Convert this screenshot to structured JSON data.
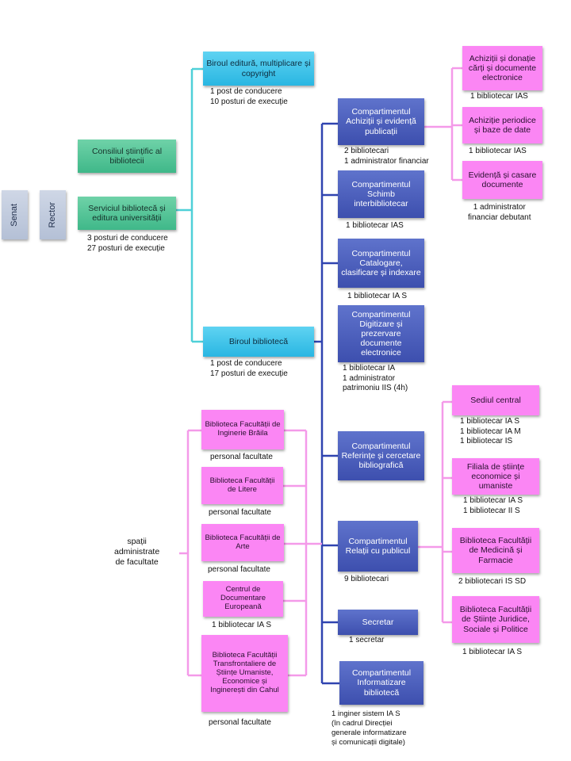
{
  "boxes": {
    "senat": "Senat",
    "rector": "Rector",
    "consiliu": "Consiliul științific al bibliotecii",
    "serviciu": "Serviciul bibliotecă și editura universității",
    "birou_editura": "Biroul editură, multiplicare și copyright",
    "birou_biblioteca": "Biroul bibliotecă",
    "achizitii": "Compartimentul Achiziții și evidență publicații",
    "schimb": "Compartimentul Schimb interbibliotecar",
    "catalogare": "Compartimentul Catalogare, clasificare și indexare",
    "digitizare": "Compartimentul Digitizare și prezervare documente electronice",
    "referinte": "Compartimentul Referințe și cercetare bibliografică",
    "relatii": "Compartimentul Relații cu publicul",
    "secretar": "Secretar",
    "informatizare": "Compartimentul Informatizare bibliotecă",
    "ach_donatie": "Achiziții și donație cărți și documente electronice",
    "ach_periodice": "Achiziție periodice și baze de date",
    "ach_evidenta": "Evidență și casare documente",
    "sediul": "Sediul central",
    "filiala": "Filiala de științe economice și umaniste",
    "bib_medicina": "Biblioteca Facultății de Medicină și Farmacie",
    "bib_juridice": "Biblioteca Facultății de Științe Juridice, Sociale și Politice",
    "fac_inginerie": "Biblioteca Facultății de Inginerie Brăila",
    "fac_litere": "Biblioteca Facultății de Litere",
    "fac_arte": "Biblioteca Facultății de Arte",
    "fac_centru": "Centrul de Documentare Europeană",
    "fac_cahul": "Biblioteca Facultății Transfrontaliere de Științe Umaniste, Economice și Inginerești din Cahul"
  },
  "notes": {
    "serviciu": "3 posturi de conducere\n27 posturi de execuție",
    "birou_editura": "1 post de conducere\n10 posturi de execuție",
    "birou_biblioteca": "1 post de conducere\n17 posturi de execuție",
    "achizitii": "2 bibliotecari\n1 administrator financiar",
    "schimb": "1 bibliotecar IAS",
    "catalogare": "1 bibliotecar IA S",
    "digitizare": "1 bibliotecar IA\n1 administrator\npatrimoniu IIS (4h)",
    "relatii": "9 bibliotecari",
    "secretar": "1 secretar",
    "informatizare": "1 inginer sistem IA S\n(în cadrul Direcției\ngenerale informatizare\nși comunicații digitale)",
    "ach_donatie": "1 bibliotecar IAS",
    "ach_periodice": "1 bibliotecar IAS",
    "ach_evidenta": "1 administrator\nfinanciar debutant",
    "sediul": "1 bibliotecar IA S\n1 bibliotecar IA M\n1 bibliotecar IS",
    "filiala": "1 bibliotecar IA S\n1 bibliotecar II S",
    "bib_medicina": "2 bibliotecari IS SD",
    "bib_juridice": "1 bibliotecar IA S",
    "fac_inginerie": "personal facultate",
    "fac_litere": "personal facultate",
    "fac_arte": "personal facultate",
    "fac_centru": "1 bibliotecar IA S",
    "fac_cahul": "personal facultate",
    "spatii": "spații\nadministrate\nde facultate"
  },
  "colors": {
    "gray": "#b4c0d6",
    "green": "#3fb889",
    "cyan": "#29b6e2",
    "blue": "#3d4fae",
    "pink": "#fb86f4",
    "line_cyan": "#4fd0d8",
    "line_blue": "#3044b0",
    "line_pink": "#f49ae9"
  }
}
